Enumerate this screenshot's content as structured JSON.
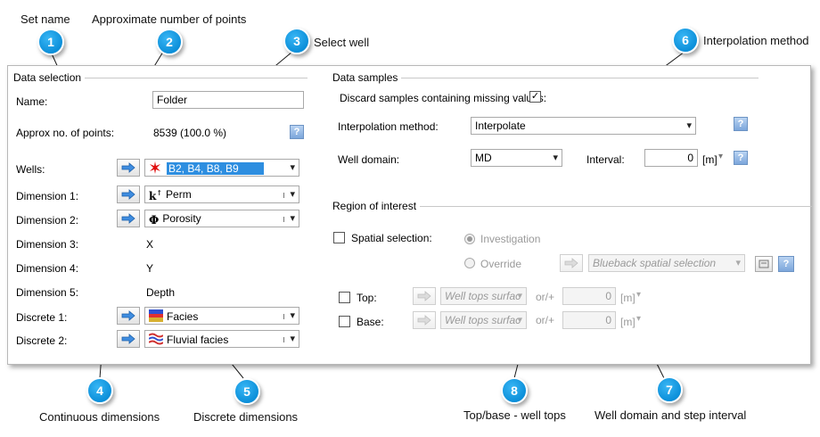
{
  "callouts": [
    {
      "num": "1",
      "text": "Set name"
    },
    {
      "num": "2",
      "text": "Approximate number of points"
    },
    {
      "num": "3",
      "text": "Select well"
    },
    {
      "num": "4",
      "text": "Continuous dimensions"
    },
    {
      "num": "5",
      "text": "Discrete dimensions"
    },
    {
      "num": "6",
      "text": "Interpolation method"
    },
    {
      "num": "7",
      "text": "Well domain and step interval"
    },
    {
      "num": "8",
      "text": "Top/base - well tops"
    }
  ],
  "data_selection": {
    "title": "Data selection",
    "name_label": "Name:",
    "name_value": "Folder",
    "approx_label": "Approx no. of points:",
    "approx_value": "8539 (100.0 %)",
    "wells_label": "Wells:",
    "wells_value": "B2, B4, B8, B9",
    "dim1_label": "Dimension 1:",
    "dim1_value": "Perm",
    "dim2_label": "Dimension 2:",
    "dim2_value": "Porosity",
    "dim3_label": "Dimension 3:",
    "dim3_value": "X",
    "dim4_label": "Dimension 4:",
    "dim4_value": "Y",
    "dim5_label": "Dimension 5:",
    "dim5_value": "Depth",
    "disc1_label": "Discrete 1:",
    "disc1_value": "Facies",
    "disc2_label": "Discrete 2:",
    "disc2_value": "Fluvial facies"
  },
  "data_samples": {
    "title": "Data samples",
    "discard_label": "Discard samples containing missing values:",
    "discard_checked": "✓",
    "interp_label": "Interpolation method:",
    "interp_value": "Interpolate",
    "domain_label": "Well domain:",
    "domain_value": "MD",
    "interval_label": "Interval:",
    "interval_value": "0",
    "interval_unit": "[m]"
  },
  "region": {
    "title": "Region of interest",
    "spatial_label": "Spatial selection:",
    "investigation_label": "Investigation",
    "override_label": "Override",
    "spatial_value": "Blueback spatial selection",
    "top_label": "Top:",
    "top_value": "Well tops surfac",
    "top_orplus": "or/+",
    "top_num": "0",
    "top_unit": "[m]",
    "base_label": "Base:",
    "base_value": "Well tops surfac",
    "base_orplus": "or/+",
    "base_num": "0",
    "base_unit": "[m]"
  },
  "help_glyph": "?",
  "colors": {
    "accent": "#0c8fd9",
    "selection": "#2e8ee0"
  }
}
